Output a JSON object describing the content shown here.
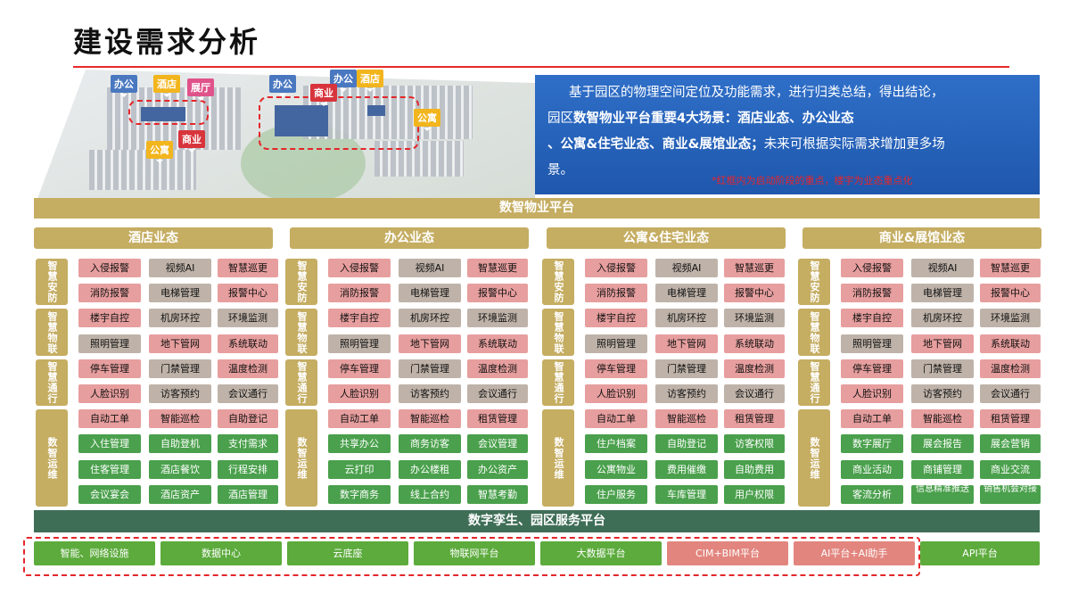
{
  "title": "建设需求分析",
  "map": {
    "tags": [
      "办公",
      "酒店",
      "展厅",
      "商业",
      "公寓",
      "办公",
      "办公",
      "酒店",
      "商业",
      "公寓"
    ]
  },
  "info": {
    "line1": "基于园区的物理空间定位及功能需求，进行归类总结，得出结论，",
    "line2_pre": "园区",
    "line2_bold": "数智物业平台重要4大场景：酒店业态、办公业态",
    "line3": "、公寓&住宅业态、商业&展馆业态；",
    "line3_tail": "未来可根据实际需求增加更多场",
    "line4": "景。",
    "note": "*红框内为启动阶段的重点，楼宇为业态重点化"
  },
  "platform": "数智物业平台",
  "columns": [
    {
      "title": "酒店业态",
      "groups": [
        "智慧安防",
        "智慧物联",
        "智慧通行",
        "数智运维"
      ],
      "rows": [
        [
          "入侵报警",
          "视频AI",
          "智慧巡更"
        ],
        [
          "消防报警",
          "电梯管理",
          "报警中心"
        ],
        [
          "楼宇自控",
          "机房环控",
          "环境监测"
        ],
        [
          "照明管理",
          "地下管网",
          "系统联动"
        ],
        [
          "停车管理",
          "门禁管理",
          "温度检测"
        ],
        [
          "人脸识别",
          "访客预约",
          "会议通行"
        ],
        [
          "自动工单",
          "智能巡检",
          "自助登记"
        ],
        [
          "入住管理",
          "自助登机",
          "支付需求"
        ],
        [
          "住客管理",
          "酒店餐饮",
          "行程安排"
        ],
        [
          "会议宴会",
          "酒店资产",
          "酒店管理"
        ]
      ]
    },
    {
      "title": "办公业态",
      "groups": [
        "智慧安防",
        "智慧物联",
        "智慧通行",
        "数智运维"
      ],
      "rows": [
        [
          "入侵报警",
          "视频AI",
          "智慧巡更"
        ],
        [
          "消防报警",
          "电梯管理",
          "报警中心"
        ],
        [
          "楼宇自控",
          "机房环控",
          "环境监测"
        ],
        [
          "照明管理",
          "地下管网",
          "系统联动"
        ],
        [
          "停车管理",
          "门禁管理",
          "温度检测"
        ],
        [
          "人脸识别",
          "访客预约",
          "会议通行"
        ],
        [
          "自动工单",
          "智能巡检",
          "租赁管理"
        ],
        [
          "共享办公",
          "商务访客",
          "会议管理"
        ],
        [
          "云打印",
          "办公楼租",
          "办公资产"
        ],
        [
          "数字商务",
          "线上合约",
          "智慧考勤"
        ]
      ]
    },
    {
      "title": "公寓&住宅业态",
      "groups": [
        "智慧安防",
        "智慧物联",
        "智慧通行",
        "数智运维"
      ],
      "rows": [
        [
          "入侵报警",
          "视频AI",
          "智慧巡更"
        ],
        [
          "消防报警",
          "电梯管理",
          "报警中心"
        ],
        [
          "楼宇自控",
          "机房环控",
          "环境监测"
        ],
        [
          "照明管理",
          "地下管网",
          "系统联动"
        ],
        [
          "停车管理",
          "门禁管理",
          "温度检测"
        ],
        [
          "人脸识别",
          "访客预约",
          "会议通行"
        ],
        [
          "自动工单",
          "智能巡检",
          "租赁管理"
        ],
        [
          "住户档案",
          "自助登记",
          "访客权限"
        ],
        [
          "公寓物业",
          "费用催缴",
          "自助费用"
        ],
        [
          "住户服务",
          "车库管理",
          "用户权限"
        ]
      ]
    },
    {
      "title": "商业&展馆业态",
      "groups": [
        "智慧安防",
        "智慧物联",
        "智慧通行",
        "数智运维"
      ],
      "rows": [
        [
          "入侵报警",
          "视频AI",
          "智慧巡更"
        ],
        [
          "消防报警",
          "电梯管理",
          "报警中心"
        ],
        [
          "楼宇自控",
          "机房环控",
          "环境监测"
        ],
        [
          "照明管理",
          "地下管网",
          "系统联动"
        ],
        [
          "停车管理",
          "门禁管理",
          "温度检测"
        ],
        [
          "人脸识别",
          "访客预约",
          "会议通行"
        ],
        [
          "自动工单",
          "智能巡检",
          "租赁管理"
        ],
        [
          "数字展厅",
          "展会报告",
          "展会营销"
        ],
        [
          "商业活动",
          "商铺管理",
          "商业交流"
        ],
        [
          "客流分析",
          "信息精准推送",
          "销售机会对接"
        ]
      ]
    }
  ],
  "twin": "数字孪生、园区服务平台",
  "bottom": [
    {
      "label": "智能、网络设施",
      "color": "green"
    },
    {
      "label": "数据中心",
      "color": "green"
    },
    {
      "label": "云底座",
      "color": "green"
    },
    {
      "label": "物联网平台",
      "color": "green"
    },
    {
      "label": "大数据平台",
      "color": "green"
    },
    {
      "label": "CIM+BIM平台",
      "color": "red"
    },
    {
      "label": "AI平台+AI助手",
      "color": "red"
    },
    {
      "label": "API平台",
      "color": "green"
    }
  ],
  "colors": {
    "red_cell": "#e79e9e",
    "grey_cell": "#bfb3a9",
    "green_cell": "#4aa04c",
    "gold": "#c5ad62",
    "twin": "#3f6e57"
  }
}
